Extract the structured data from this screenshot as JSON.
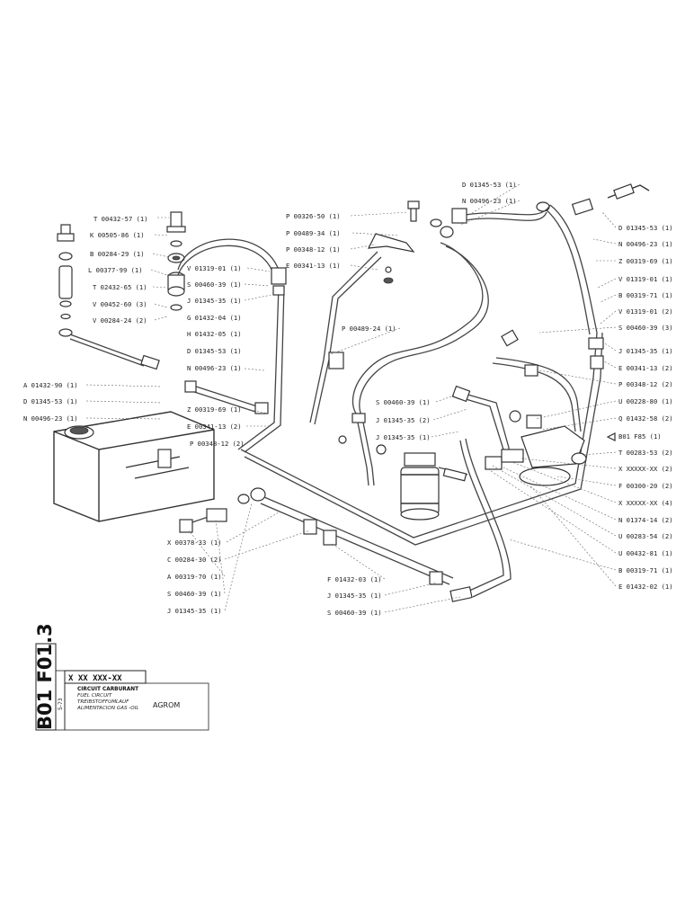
{
  "labels_left_top": [
    "T 00432-57 (1)",
    "K 00505-86 (1)",
    "B 00284-29 (1)",
    "L 00377-99 (1)",
    "T 02432-65 (1)",
    "V 00452-60 (3)",
    "V 00284-24 (2)"
  ],
  "labels_left_mid": [
    "A 01432-90 (1)",
    "D 01345-53 (1)",
    "N 00496-23 (1)"
  ],
  "labels_center_col": [
    "V 01319-01 (1)",
    "S 00460-39 (1)",
    "J 01345-35 (1)",
    "G 01432-04 (1)",
    "H 01432-05 (1)",
    "D 01345-53 (1)",
    "N 00496-23 (1)",
    "Z 00319-69 (1)",
    "E 00341-13 (2)",
    "P 00348-12 (2)"
  ],
  "labels_top_center": [
    "P 00326-50 (1)",
    "P 00489-34 (1)",
    "P 00348-12 (1)",
    "E 00341-13 (1)"
  ],
  "labels_top_right": [
    "D 01345-53 (1)",
    "N 00496-23 (1)"
  ],
  "label_mid_center": "P 00489-24 (1)",
  "labels_mid_cluster": [
    "S 00460-39 (1)",
    "J 01345-35 (2)",
    "J 01345-35 (1)"
  ],
  "labels_right_col": [
    "D 01345-53 (1)",
    "N 00496-23 (1)",
    "Z 00319-69 (1)",
    "V 01319-01 (1)",
    "B 00319-71 (1)",
    "V 01319-01 (2)",
    "S 00460-39 (3)",
    "J 01345-35 (1)",
    "E 00341-13 (2)",
    "P 00348-12 (2)",
    "U 00228-80 (1)",
    "Q 01432-58 (2)",
    "B01   F85    (1)",
    "T 00283-53 (2)",
    "X XXXXX-XX (2)",
    "F 00300-20 (2)",
    "X XXXXX-XX (4)",
    "N 01374-14 (2)",
    "U 00283-54 (2)",
    "U 00432-81 (1)",
    "B 00319-71 (1)",
    "E 01432-02 (1)"
  ],
  "labels_bottom_left": [
    "X 00378-33 (1)",
    "C 00284-30 (2)",
    "A 00319-70 (1)",
    "S 00460-39 (1)",
    "J 01345-35 (1)"
  ],
  "labels_bottom_center": [
    "F 01432-03 (1)",
    "J 01345-35 (1)",
    "S 00460-39 (1)"
  ],
  "title_block": {
    "side_code": "B01 F01.3",
    "part_number": "X XX XXX-XX",
    "date": "5-73",
    "lines": [
      "CIRCUIT CARBURANT",
      "FUEL CIRCUIT",
      "TREIBSTOFFUMLAUF",
      "ALIMENTACION GAS -OIL"
    ],
    "brand": "AGROM"
  },
  "icons": [
    "parts-diagram-icon"
  ]
}
